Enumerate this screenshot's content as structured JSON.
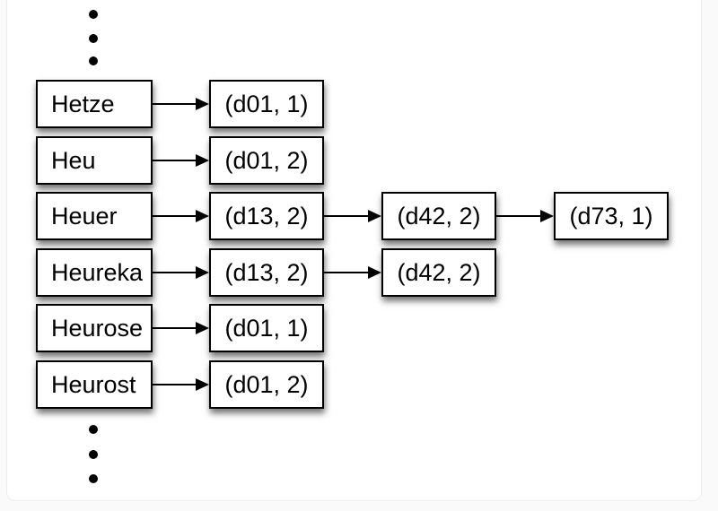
{
  "page": {
    "background_color": "#fafafa",
    "panel_color": "#ffffff"
  },
  "diagram": {
    "description": "inverted-index term to posting-list linked boxes",
    "colors": {
      "box_border": "#000000",
      "box_fill": "#ffffff",
      "text": "#000000",
      "arrow": "#000000",
      "shadow": "rgba(0,0,0,0.55)"
    },
    "ellipsis_dots_top_count": 3,
    "ellipsis_dots_bottom_count": 3,
    "rows": [
      {
        "term": "Hetze",
        "postings": [
          "(d01, 1)"
        ]
      },
      {
        "term": "Heu",
        "postings": [
          "(d01, 2)"
        ]
      },
      {
        "term": "Heuer",
        "postings": [
          "(d13, 2)",
          "(d42, 2)",
          "(d73, 1)"
        ]
      },
      {
        "term": "Heureka",
        "postings": [
          "(d13, 2)",
          "(d42, 2)"
        ]
      },
      {
        "term": "Heurose",
        "postings": [
          "(d01, 1)"
        ]
      },
      {
        "term": "Heurost",
        "postings": [
          "(d01, 2)"
        ]
      }
    ]
  }
}
